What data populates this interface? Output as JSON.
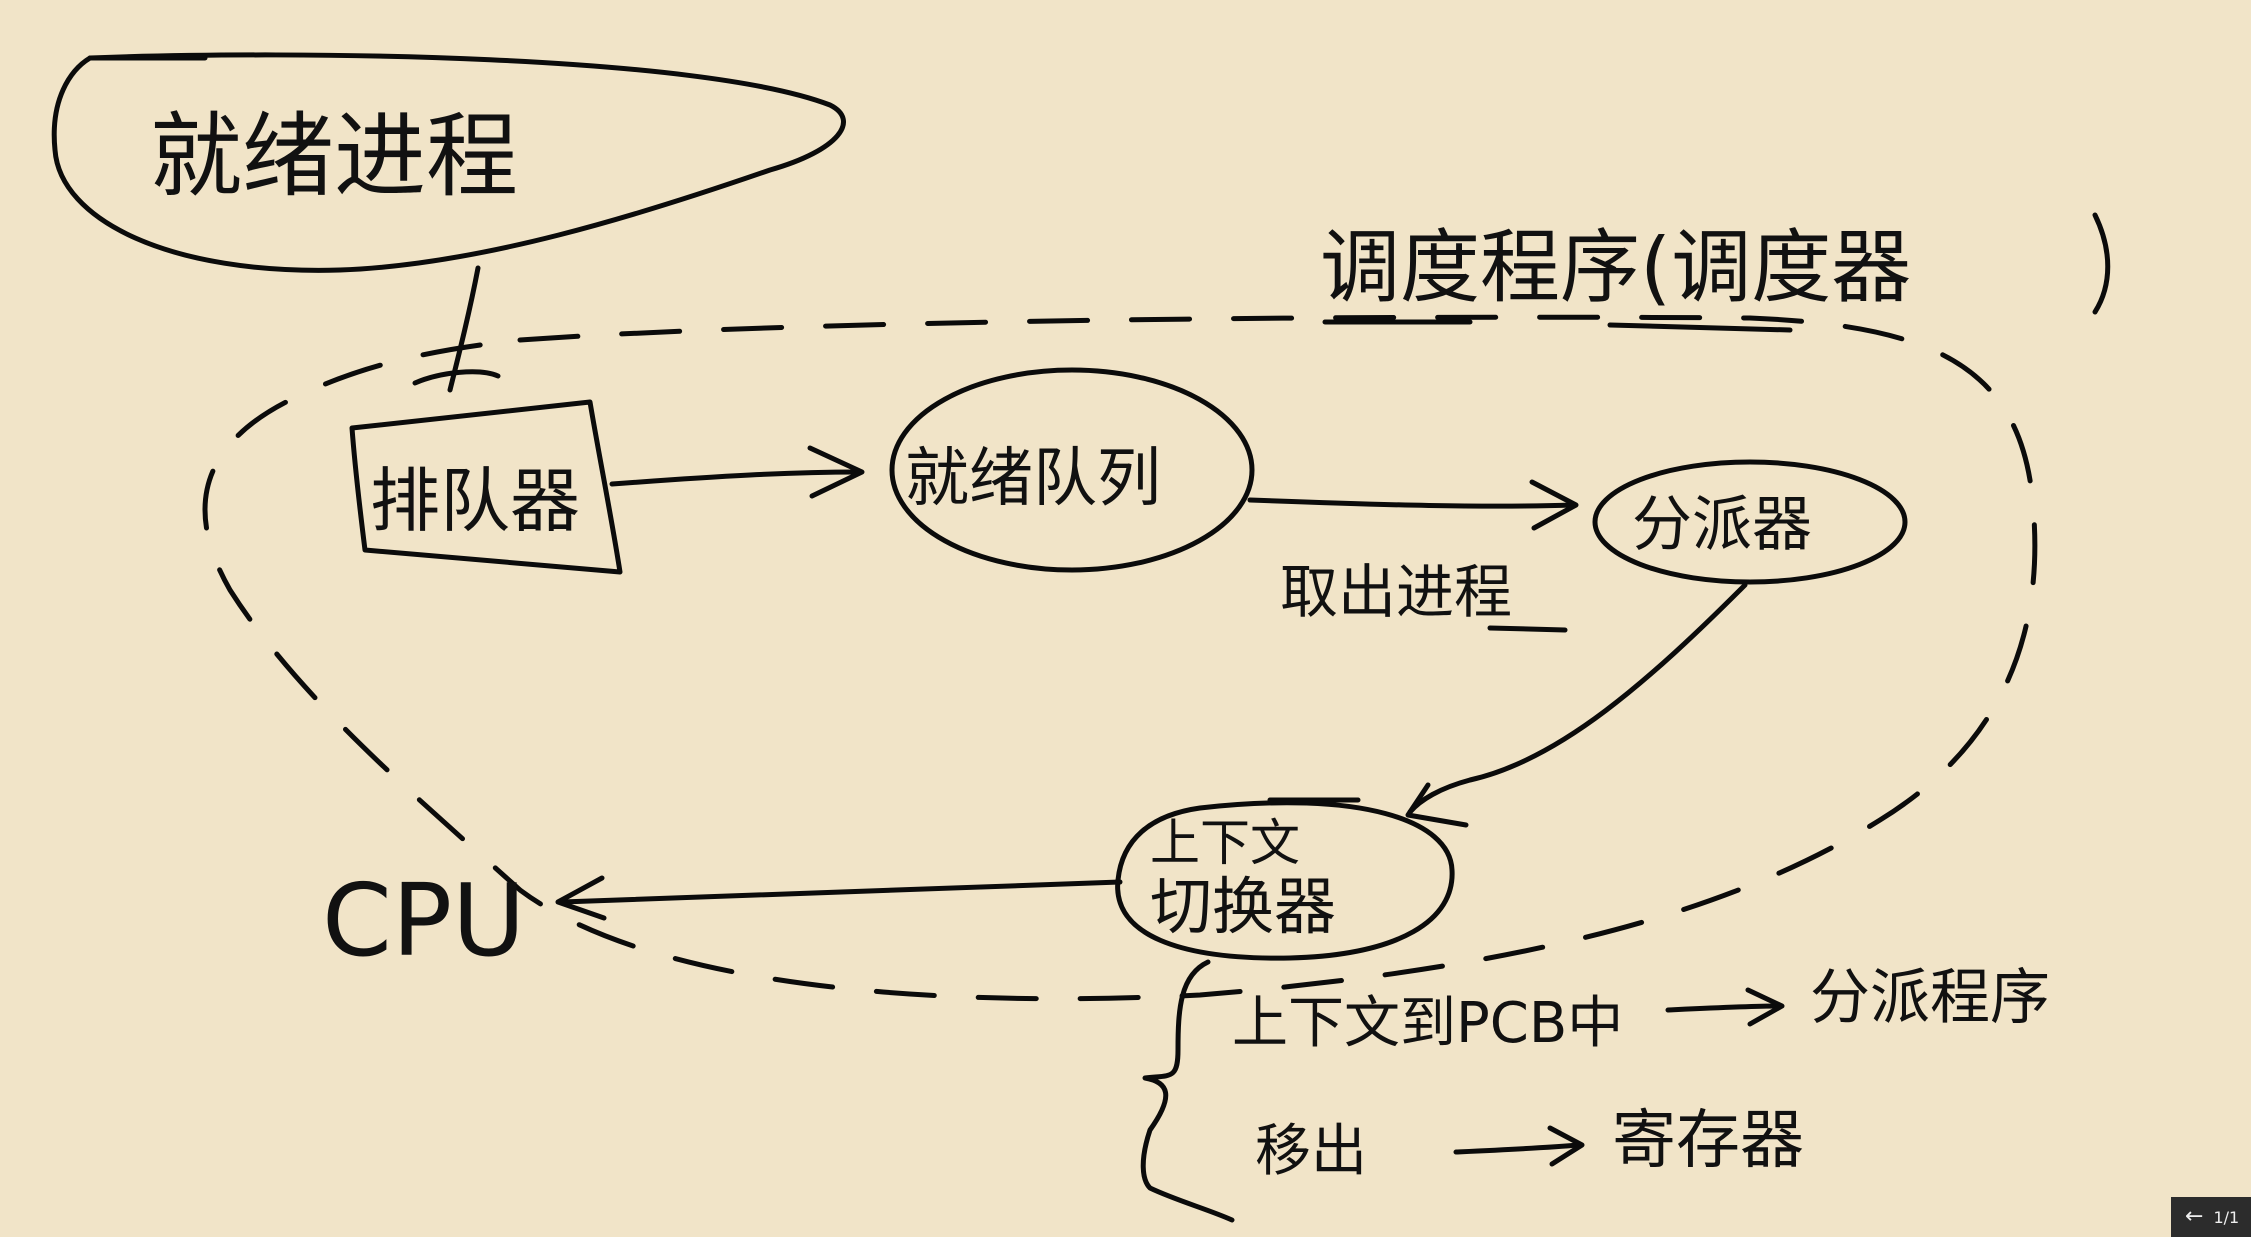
{
  "diagram": {
    "nodes": {
      "ready_processes": "就绪进程",
      "scheduler_label": "调度程序(调度器",
      "enqueuer": "排队器",
      "ready_queue": "就绪队列",
      "dispatcher": "分派器",
      "context_switcher_line1": "上下文",
      "context_switcher_line2": "切换器",
      "cpu": "CPU"
    },
    "annotations": {
      "take_process": "取出进程",
      "save_context": "上下文到PCB中",
      "dispatcher_program": "分派程序",
      "move_out": "移出",
      "registers": "寄存器"
    }
  },
  "pager": {
    "icon": "arrow-left-icon",
    "label": "1/1"
  }
}
